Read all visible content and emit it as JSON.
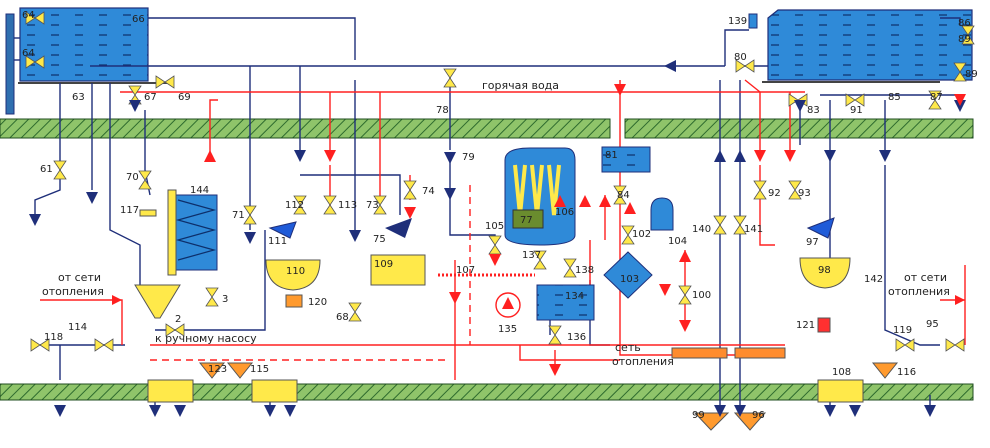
{
  "colors": {
    "supply_line": "#ff2020",
    "return_line": "#1f2f7a",
    "tank_fill": "#2f8ad8",
    "valve_fill": "#ffe94a",
    "floor_hatch": "#6aa84f"
  },
  "texts": {
    "hot_water": "горячая вода",
    "from_heating_left_1": "от сети",
    "from_heating_left_2": "отопления",
    "from_heating_right_1": "от сети",
    "from_heating_right_2": "отопления",
    "to_hand_pump": "к ручному насосу",
    "heating_network_1": "сеть",
    "heating_network_2": "отопления"
  },
  "labels": {
    "n64a": "64",
    "n64b": "64",
    "n66": "66",
    "n63": "63",
    "n67": "67",
    "n69": "69",
    "n61": "61",
    "n70": "70",
    "n117": "117",
    "n144": "144",
    "n71": "71",
    "n112": "112",
    "n113": "113",
    "n73": "73",
    "n74": "74",
    "n75": "75",
    "n111": "111",
    "n110": "110",
    "n120": "120",
    "n109": "109",
    "n107": "107",
    "n68": "68",
    "n3": "3",
    "n2": "2",
    "n118": "118",
    "n114": "114",
    "n123": "123",
    "n115": "115",
    "n78": "78",
    "n79": "79",
    "n77": "77",
    "n106": "106",
    "n105": "105",
    "n137": "137",
    "n138": "138",
    "n134": "134",
    "n135": "135",
    "n136": "136",
    "n81": "81",
    "n84": "84",
    "n102": "102",
    "n104": "104",
    "n103": "103",
    "n100": "100",
    "n140": "140",
    "n141": "141",
    "n99": "99",
    "n96": "96",
    "n139": "139",
    "n86": "86",
    "n80": "80",
    "n83": "83",
    "n91": "91",
    "n85": "85",
    "n87": "87",
    "n89a": "89",
    "n89b": "89",
    "n92": "92",
    "n93": "93",
    "n97": "97",
    "n98": "98",
    "n142": "142",
    "n121": "121",
    "n119": "119",
    "n95": "95",
    "n108": "108",
    "n116": "116"
  }
}
